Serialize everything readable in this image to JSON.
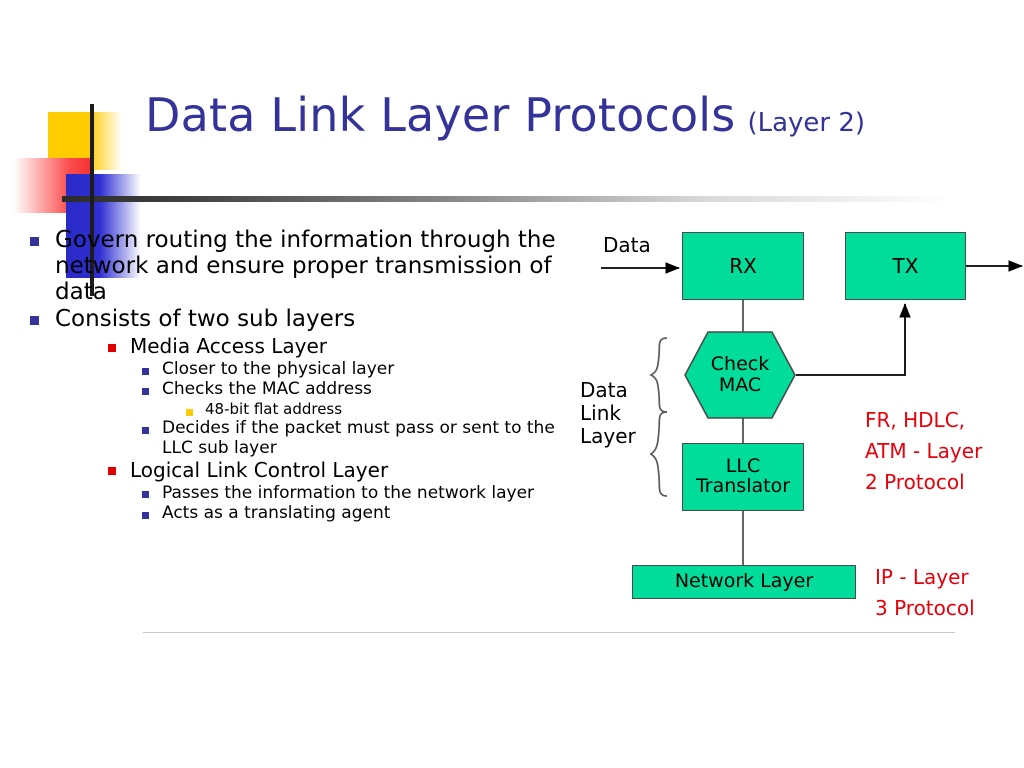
{
  "slide": {
    "title": "Data Link Layer Protocols",
    "subtitle": "(Layer 2)"
  },
  "bullets": [
    {
      "level": 1,
      "text": "Govern routing the information through the network and ensure proper transmission of data"
    },
    {
      "level": 1,
      "text": "Consists of two sub layers"
    },
    {
      "level": 2,
      "text": "Media Access Layer"
    },
    {
      "level": 3,
      "text": "Closer to the physical layer"
    },
    {
      "level": 3,
      "text": "Checks the MAC address"
    },
    {
      "level": 4,
      "text": "48-bit flat address"
    },
    {
      "level": 3,
      "text": "Decides if the packet must pass or sent to the LLC sub layer"
    },
    {
      "level": 2,
      "text": "Logical Link Control Layer"
    },
    {
      "level": 3,
      "text": "Passes the information to the network layer"
    },
    {
      "level": 3,
      "text": "Acts as a translating agent"
    }
  ],
  "diagram": {
    "input_label": "Data",
    "bracket_label_line1": "Data",
    "bracket_label_line2": "Link",
    "bracket_label_line3": "Layer",
    "nodes": {
      "rx": "RX",
      "tx": "TX",
      "check_mac_line1": "Check",
      "check_mac_line2": "MAC",
      "llc_line1": "LLC",
      "llc_line2": "Translator",
      "network_layer": "Network Layer"
    },
    "annotations": {
      "layer2_line1": "FR, HDLC,",
      "layer2_line2": "ATM - Layer",
      "layer2_line3": "2 Protocol",
      "layer3_line1": "IP - Layer",
      "layer3_line2": "3 Protocol"
    },
    "colors": {
      "node_fill": "#00DC9A",
      "node_stroke": "#4A4A4A",
      "annotation_text": "#E8000A",
      "title_text": "#333399"
    }
  }
}
